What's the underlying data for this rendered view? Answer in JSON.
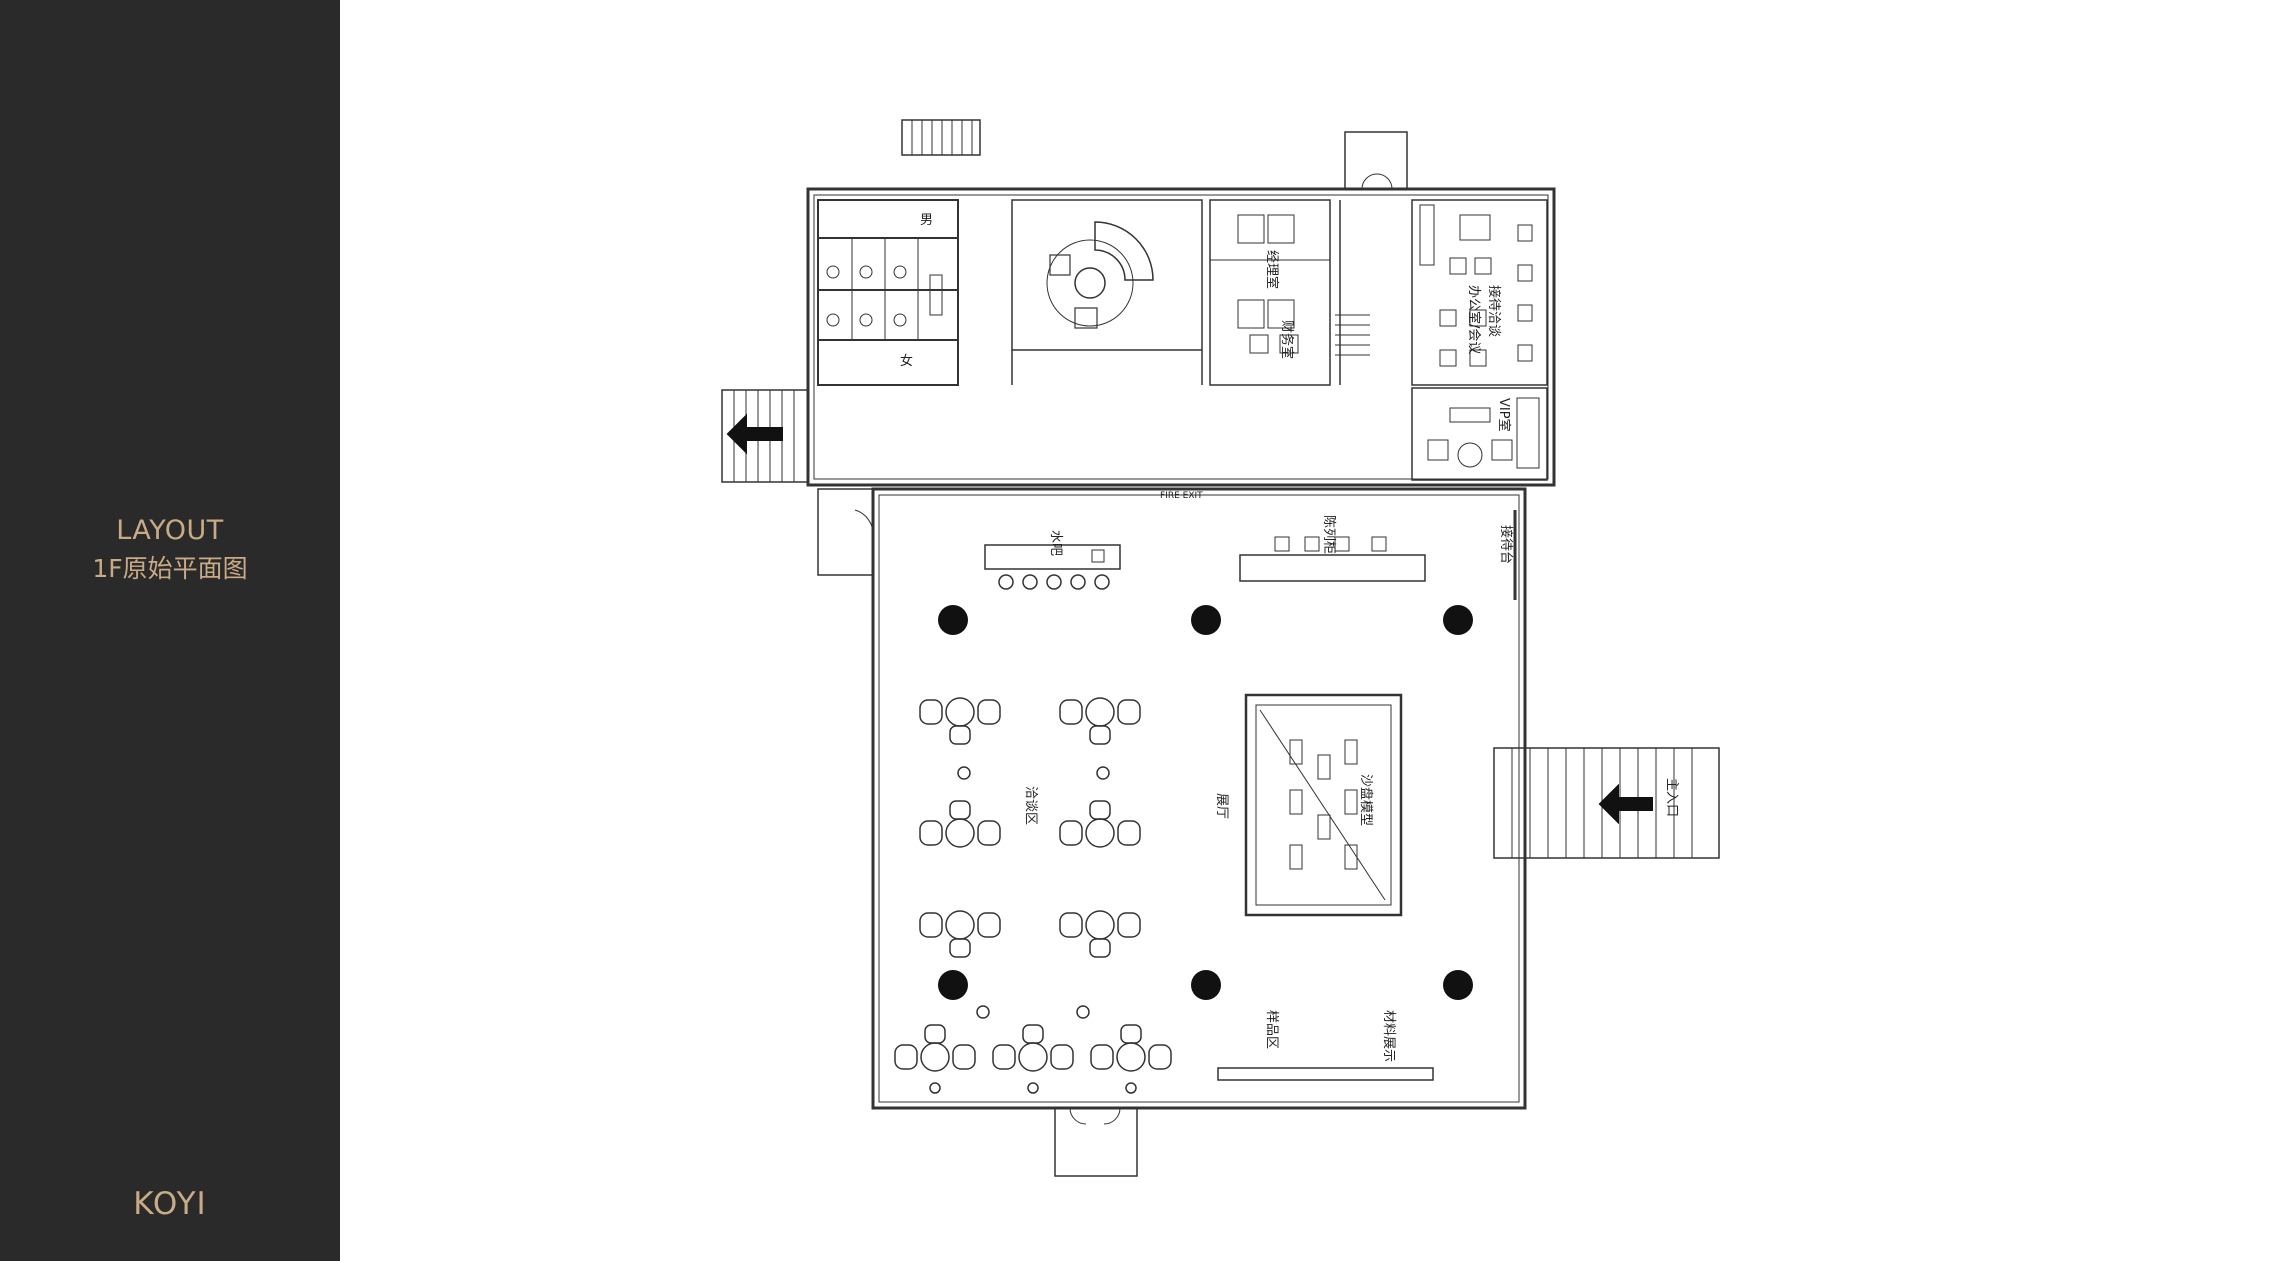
{
  "sidebar": {
    "title": "LAYOUT",
    "subtitle": "1F原始平面图",
    "brand": "KOYI"
  },
  "plan": {
    "labels": {
      "restroom_male": "男",
      "restroom_female": "女",
      "bar": "水吧",
      "display_cabinet": "陈列柜",
      "side_counter": "接待台",
      "showroom": "展厅",
      "office1": "经理室",
      "office2": "财务室",
      "vip": "VIP室",
      "reception_area": "接待洽谈",
      "dining": "洽谈区",
      "model": "沙盘模型",
      "prod1": "样品区",
      "prod2": "材料展示",
      "office3": "办公室/会议",
      "exit_side": "FIRE EXIT",
      "main_entrance": "主入口"
    }
  }
}
